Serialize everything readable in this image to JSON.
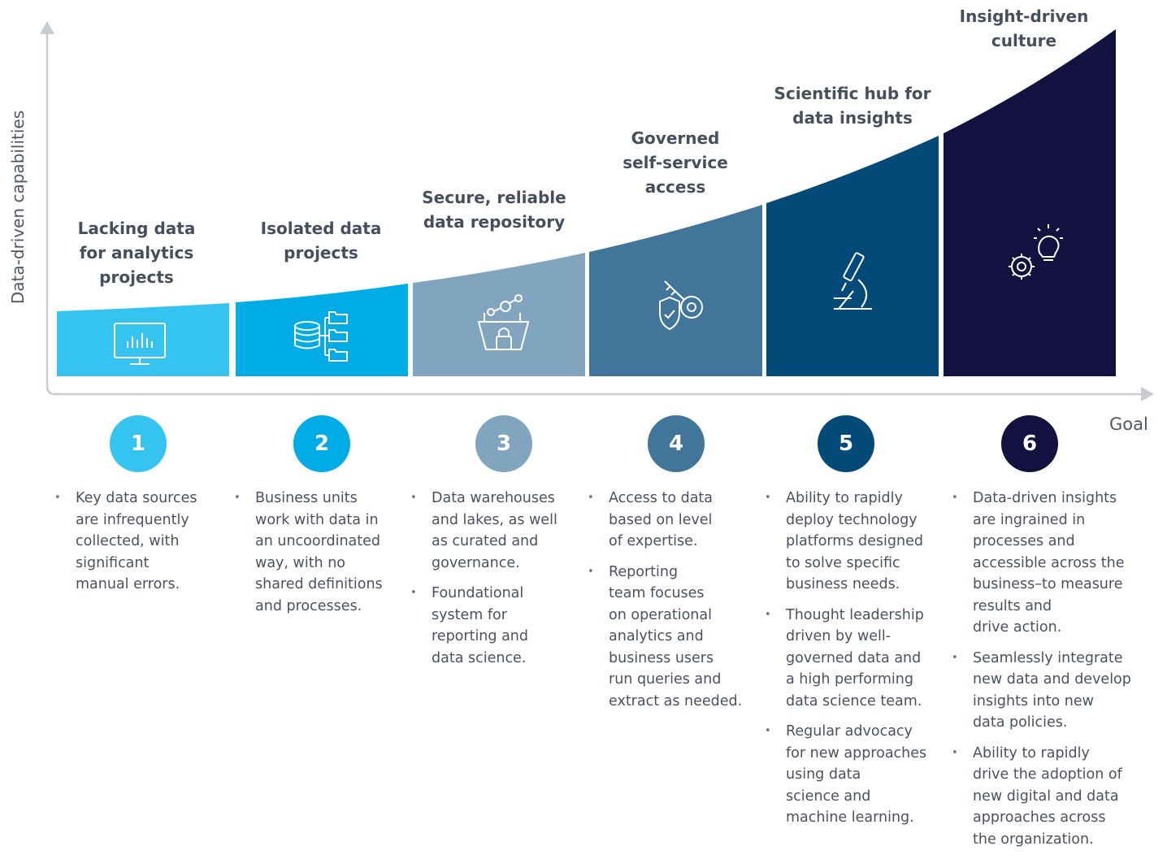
{
  "axes": {
    "y_label": "Data-driven capabilities",
    "x_goal_label": "Goal"
  },
  "stages": [
    {
      "number": "1",
      "title": "Lacking data\nfor analytics\nprojects",
      "icon": "monitor-chart-icon",
      "color": "#35c3f0",
      "bullets": [
        "Key data sources\nare infrequently\ncollected, with\nsignificant\nmanual errors."
      ]
    },
    {
      "number": "2",
      "title": "Isolated data\nprojects",
      "icon": "database-folders-icon",
      "color": "#00ace6",
      "bullets": [
        "Business units\nwork with data in\nan uncoordinated\nway, with no\nshared definitions\nand processes."
      ]
    },
    {
      "number": "3",
      "title": "Secure, reliable\ndata repository",
      "icon": "locked-data-repository-icon",
      "color": "#82a5bf",
      "bullets": [
        "Data warehouses\nand lakes, as well\nas curated and\ngovernance.",
        "Foundational\nsystem for\nreporting and\ndata science."
      ]
    },
    {
      "number": "4",
      "title": "Governed\nself-service\naccess",
      "icon": "key-shield-icon",
      "color": "#41759a",
      "bullets": [
        "Access to data\nbased on level\nof expertise.",
        "Reporting\nteam focuses\non operational\nanalytics and\nbusiness users\nrun queries and\nextract as needed."
      ]
    },
    {
      "number": "5",
      "title": "Scientific hub for\ndata insights",
      "icon": "microscope-icon",
      "color": "#044a78",
      "bullets": [
        "Ability to rapidly\ndeploy technology\nplatforms designed\nto solve specific\nbusiness needs.",
        "Thought leadership\ndriven by well-\ngoverned data and\na high performing\ndata science team.",
        "Regular advocacy\nfor new approaches\nusing data\nscience and\nmachine learning."
      ]
    },
    {
      "number": "6",
      "title": "Insight-driven\nculture",
      "icon": "gear-lightbulb-icon",
      "color": "#131140",
      "bullets": [
        "Data-driven insights\nare ingrained in\nprocesses and\naccessible across the\nbusiness–to measure\nresults and\ndrive action.",
        "Seamlessly integrate\nnew data and develop\ninsights into new\ndata policies.",
        "Ability to rapidly\ndrive the adoption of\nnew digital and data\napproaches across\nthe organization."
      ]
    }
  ]
}
